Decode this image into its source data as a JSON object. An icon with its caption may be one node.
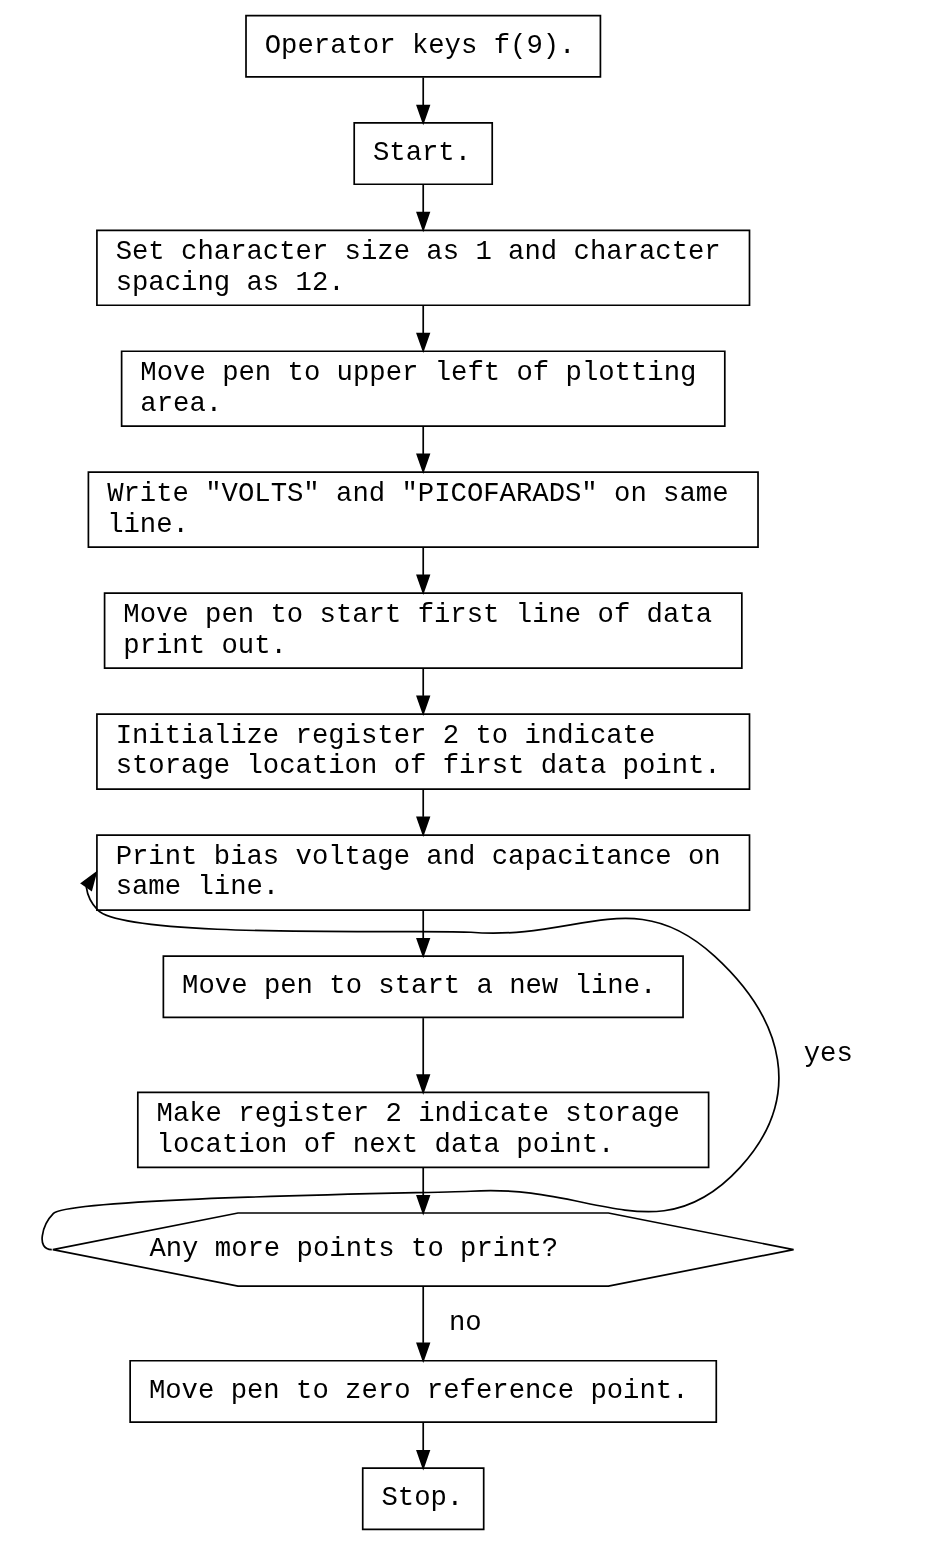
{
  "diagram": {
    "nodes": [
      {
        "text": [
          "Operator keys f(9)."
        ]
      },
      {
        "text": [
          "Start."
        ]
      },
      {
        "text": [
          "Set character size as 1 and character spacing as 12."
        ]
      },
      {
        "text": [
          "Move pen to upper left of plotting area."
        ]
      },
      {
        "text": [
          "Write \"VOLTS\" and \"PICOFARADS\" on same line."
        ]
      },
      {
        "text": [
          "Move pen to start first line of data print out."
        ]
      },
      {
        "text": [
          "Initialize register 2 to indicate storage location of first data point."
        ]
      },
      {
        "text": [
          "Print bias voltage and capacitance on same line."
        ]
      },
      {
        "text": [
          "Move pen to start a new line."
        ]
      },
      {
        "text": [
          "Make register 2 indicate storage location of next data point."
        ]
      },
      {
        "text": [
          "Any more points to print?"
        ]
      },
      {
        "text": [
          "Move pen to zero reference point."
        ]
      },
      {
        "text": [
          "Stop."
        ]
      }
    ],
    "edges": [
      {
        "from": 0,
        "to": 1,
        "arrow": "to"
      },
      {
        "from": 1,
        "to": 2,
        "arrow": "to"
      },
      {
        "from": 2,
        "to": 3,
        "arrow": "to"
      },
      {
        "from": 3,
        "to": 4,
        "arrow": "to"
      },
      {
        "from": 4,
        "to": 5,
        "arrow": "to"
      },
      {
        "from": 5,
        "to": 6,
        "arrow": "to"
      },
      {
        "from": 6,
        "to": 7,
        "arrow": "to"
      },
      {
        "from": 7,
        "to": 8,
        "arrow": "to"
      },
      {
        "from": 8,
        "to": 9,
        "arrow": "to"
      },
      {
        "from": 9,
        "to": 10,
        "arrow": "to"
      },
      {
        "from": 10,
        "to": 7,
        "arrow": "to",
        "label": "yes"
      },
      {
        "from": 10,
        "to": 11,
        "arrow": "to",
        "label": "no"
      },
      {
        "from": 11,
        "to": 12,
        "arrow": "to"
      }
    ]
  }
}
